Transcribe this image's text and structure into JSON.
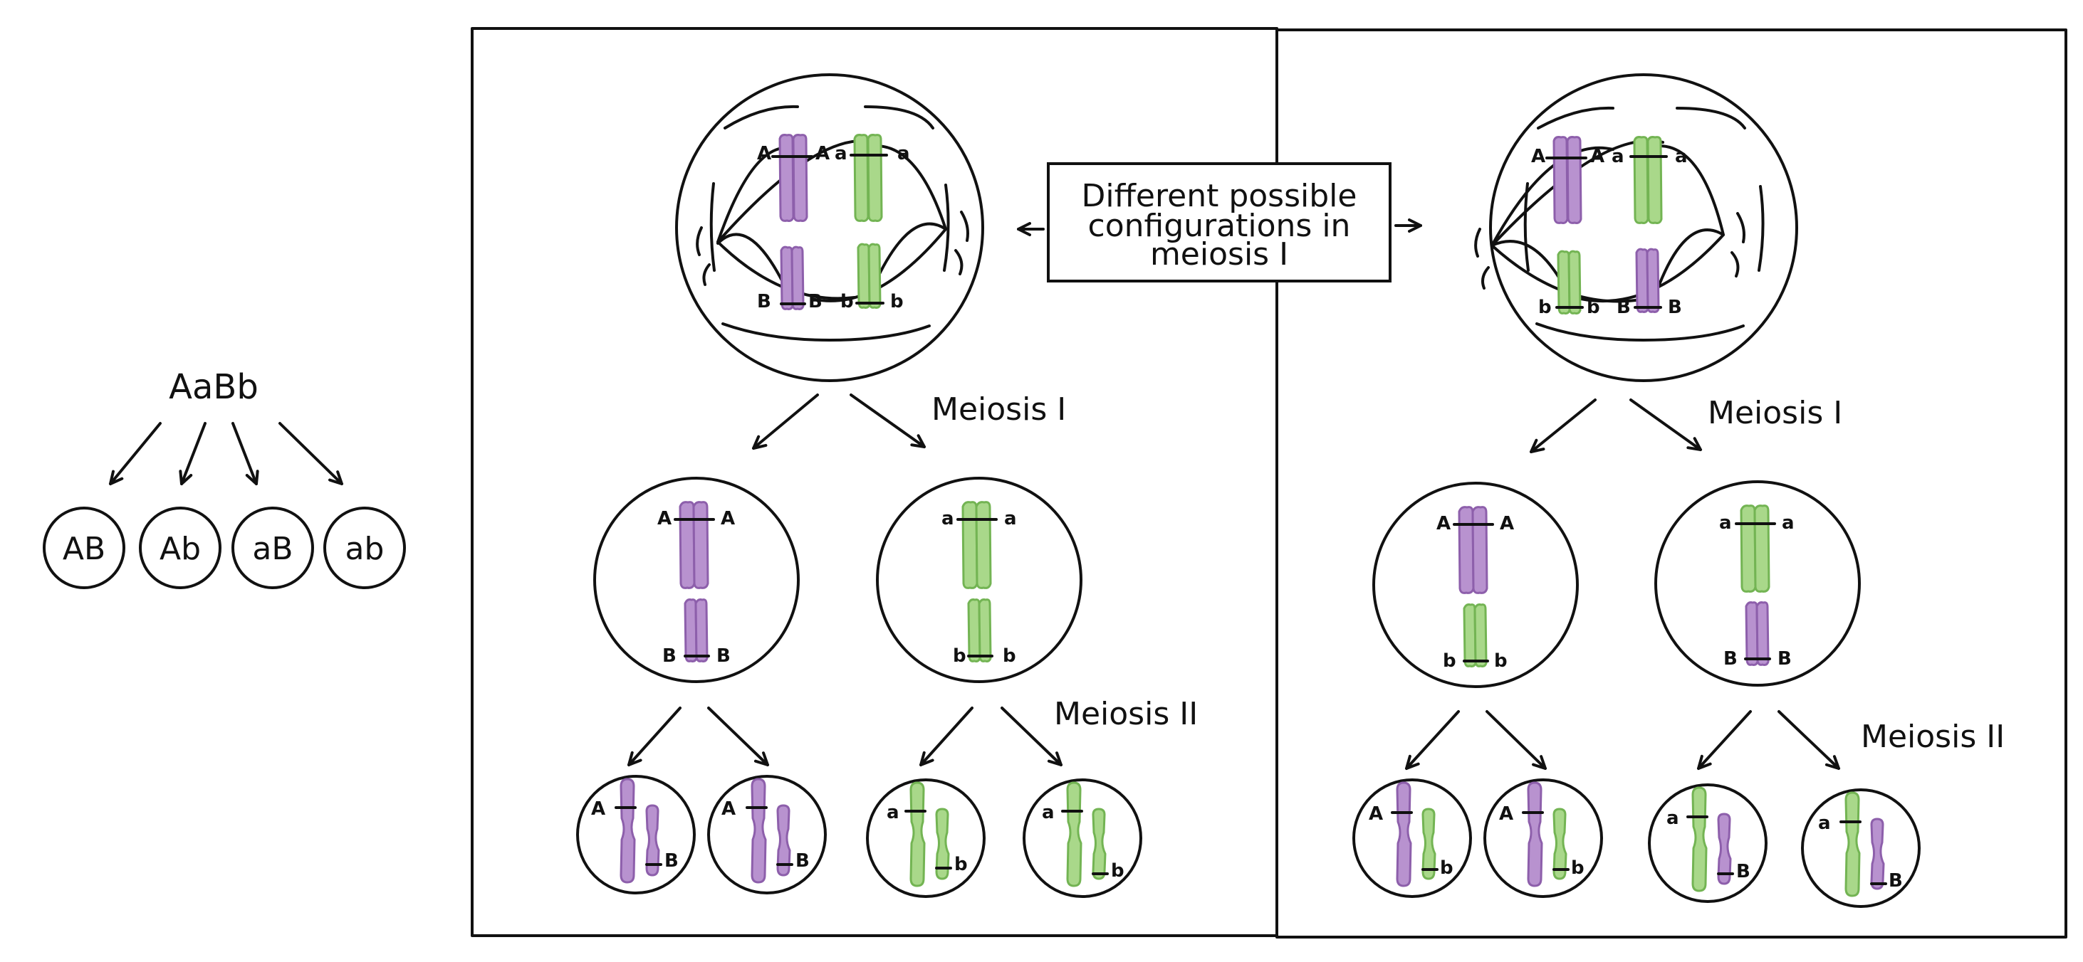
{
  "genotype": "AaBb",
  "gamete_types": [
    "AB",
    "Ab",
    "aB",
    "ab"
  ],
  "colors": {
    "maternal_purple": "#b892cf",
    "maternal_purple_edge": "#8d5fab",
    "paternal_green": "#a9d88a",
    "paternal_green_edge": "#73b453",
    "ink": "#111111"
  },
  "caption_lines": [
    "Different possible",
    "configurations in",
    "meiosis I"
  ],
  "stage_labels": {
    "meiosis_1": "Meiosis I",
    "meiosis_2": "Meiosis II"
  },
  "alleles": {
    "A": "A",
    "a": "a",
    "B": "B",
    "b": "b"
  },
  "icons": [
    "arrow-icon",
    "cell-icon",
    "chromosome-icon",
    "spindle-icon"
  ]
}
